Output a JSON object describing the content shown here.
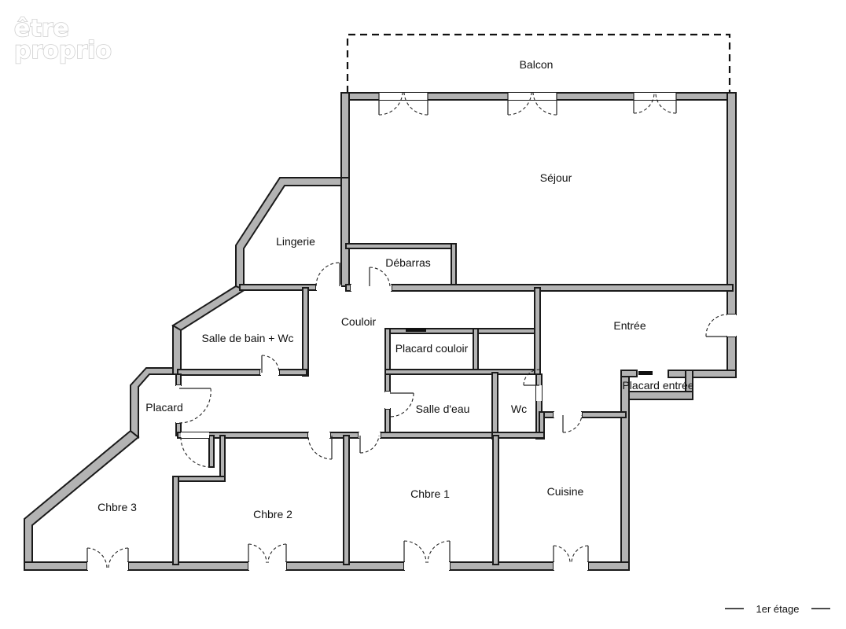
{
  "brand": {
    "line1": "être",
    "line2": "proprio"
  },
  "rooms": {
    "balcon": "Balcon",
    "sejour": "Séjour",
    "lingerie": "Lingerie",
    "debarras": "Débarras",
    "couloir": "Couloir",
    "salle_de_bain": "Salle de bain + Wc",
    "placard_couloir": "Placard couloir",
    "entree": "Entrée",
    "placard_entree": "Placard entrée",
    "placard": "Placard",
    "salle_d_eau": "Salle d'eau",
    "wc": "Wc",
    "chbre_3": "Chbre 3",
    "chbre_2": "Chbre 2",
    "chbre_1": "Chbre 1",
    "cuisine": "Cuisine"
  },
  "footer": {
    "floor": "1er étage"
  },
  "colors": {
    "wall_fill": "#b3b3b3",
    "wall_stroke": "#1a1a1a",
    "background": "#ffffff"
  }
}
